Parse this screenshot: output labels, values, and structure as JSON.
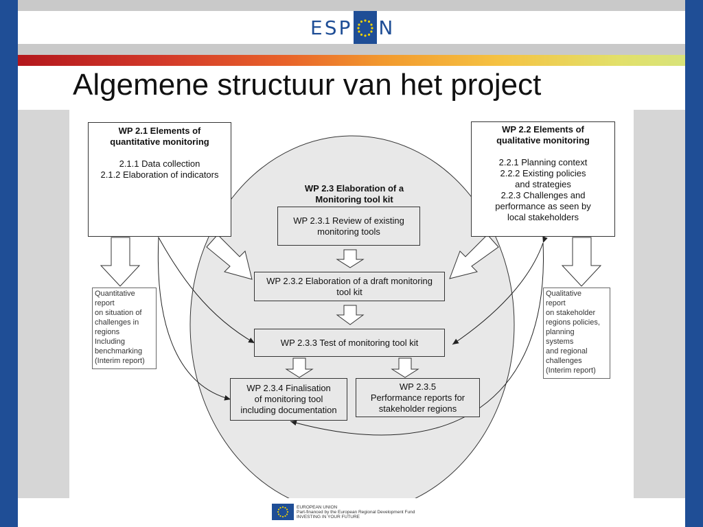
{
  "header": {
    "logo_left": "ESP",
    "logo_right": "N",
    "title": "Algemene structuur van het project"
  },
  "diagram": {
    "wp21": {
      "title": "WP 2.1 Elements of\nquantitative monitoring",
      "items": "2.1.1 Data collection\n2.1.2 Elaboration of indicators"
    },
    "wp22": {
      "title": "WP 2.2 Elements of\nqualitative monitoring",
      "items": "2.2.1 Planning context\n2.2.2 Existing policies\nand strategies\n2.2.3 Challenges and\nperformance as seen by\nlocal stakeholders"
    },
    "wp23_title": "WP 2.3 Elaboration of a\nMonitoring tool kit",
    "wp231": "WP 2.3.1 Review of existing\nmonitoring tools",
    "wp232": "WP 2.3.2 Elaboration of a draft monitoring\ntool kit",
    "wp233": "WP 2.3.3 Test of monitoring tool kit",
    "wp234": "WP 2.3.4 Finalisation\nof monitoring tool\nincluding documentation",
    "wp235": "WP 2.3.5\nPerformance reports for\nstakeholder regions",
    "report_left": "Quantitative\nreport\non situation of\nchallenges in\nregions\nIncluding\nbenchmarking\n(Interim report)",
    "report_right": "Qualitative\nreport\non stakeholder\nregions policies,\nplanning\nsystems\nand regional\nchallenges\n(Interim report)"
  },
  "footer": {
    "line1": "EUROPEAN UNION",
    "line2": "Part-financed by the European Regional Development Fund",
    "line3": "INVESTING IN YOUR FUTURE"
  },
  "colors": {
    "brand_blue": "#1f4e96",
    "panel_gray": "#d6d6d6",
    "circle_fill": "#e8e8e8"
  }
}
